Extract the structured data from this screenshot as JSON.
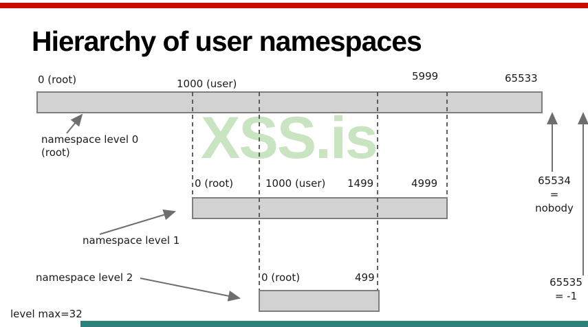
{
  "page": {
    "title": "Hierarchy of user namespaces",
    "watermark": "XSS.is",
    "footer_note": "level max=32"
  },
  "colors": {
    "top_stripe": "#cc0b00",
    "bottom_stripe": "#2a827b",
    "bar_fill": "#d2d2d2",
    "bar_border": "#7e7e7e",
    "dash_gray": "#4f4f4f",
    "arrow_gray": "#6e6e6e",
    "watermark_green": "#c9e4c0",
    "text": "#1a1a1a"
  },
  "levels": [
    {
      "caption_line1": "namespace level 0",
      "caption_line2": "(root)",
      "tick_labels": [
        "0 (root)",
        "1000 (user)",
        "5999",
        "65533"
      ]
    },
    {
      "caption_line1": "namespace level 1",
      "tick_labels": [
        "0 (root)",
        "1000 (user)",
        "1499",
        "4999"
      ]
    },
    {
      "caption_line1": "namespace level 2",
      "tick_labels": [
        "0 (root)",
        "499"
      ]
    }
  ],
  "right_annotations": [
    {
      "value": "65534",
      "equals": "=",
      "meaning": "nobody"
    },
    {
      "value": "65535",
      "equals": "= -1"
    }
  ]
}
